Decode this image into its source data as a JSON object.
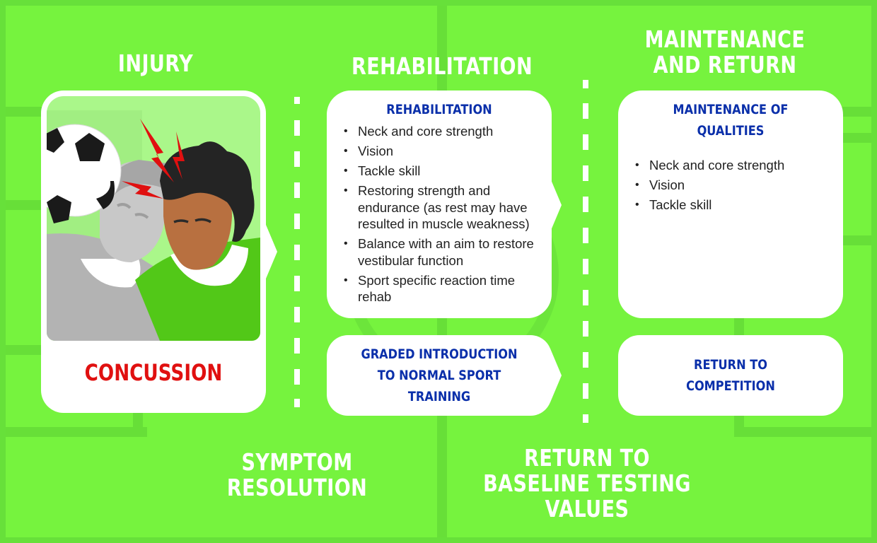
{
  "columns": {
    "injury": {
      "title": "INJURY",
      "card_label": "CONCUSSION",
      "illustration": "two-players-head-collision-with-soccer-ball",
      "footer": [
        "SYMPTOM",
        "RESOLUTION"
      ]
    },
    "rehabilitation": {
      "title": "REHABILITATION",
      "card": {
        "heading": "REHABILITATION",
        "items": [
          "Neck and core strength",
          "Vision",
          "Tackle skill",
          "Restoring strength and endurance (as rest may have resulted in muscle weakness)",
          "Balance with an aim to restore vestibular function",
          "Sport specific reaction time rehab"
        ]
      },
      "step_card": [
        "GRADED INTRODUCTION",
        "TO NORMAL SPORT",
        "TRAINING"
      ],
      "footer": [
        "RETURN TO",
        "BASELINE TESTING",
        "VALUES"
      ]
    },
    "maintenance": {
      "title": [
        "MAINTENANCE",
        "AND RETURN"
      ],
      "card": {
        "heading": [
          "MAINTENANCE OF",
          "QUALITIES"
        ],
        "items": [
          "Neck and core strength",
          "Vision",
          "Tackle skill"
        ]
      },
      "step_card": [
        "RETURN TO",
        "COMPETITION"
      ]
    }
  },
  "colors": {
    "field_green": "#76f33e",
    "line_green": "#67df38",
    "heading_blue": "#0a2faa",
    "concussion_red": "#e01010",
    "white": "#ffffff"
  }
}
